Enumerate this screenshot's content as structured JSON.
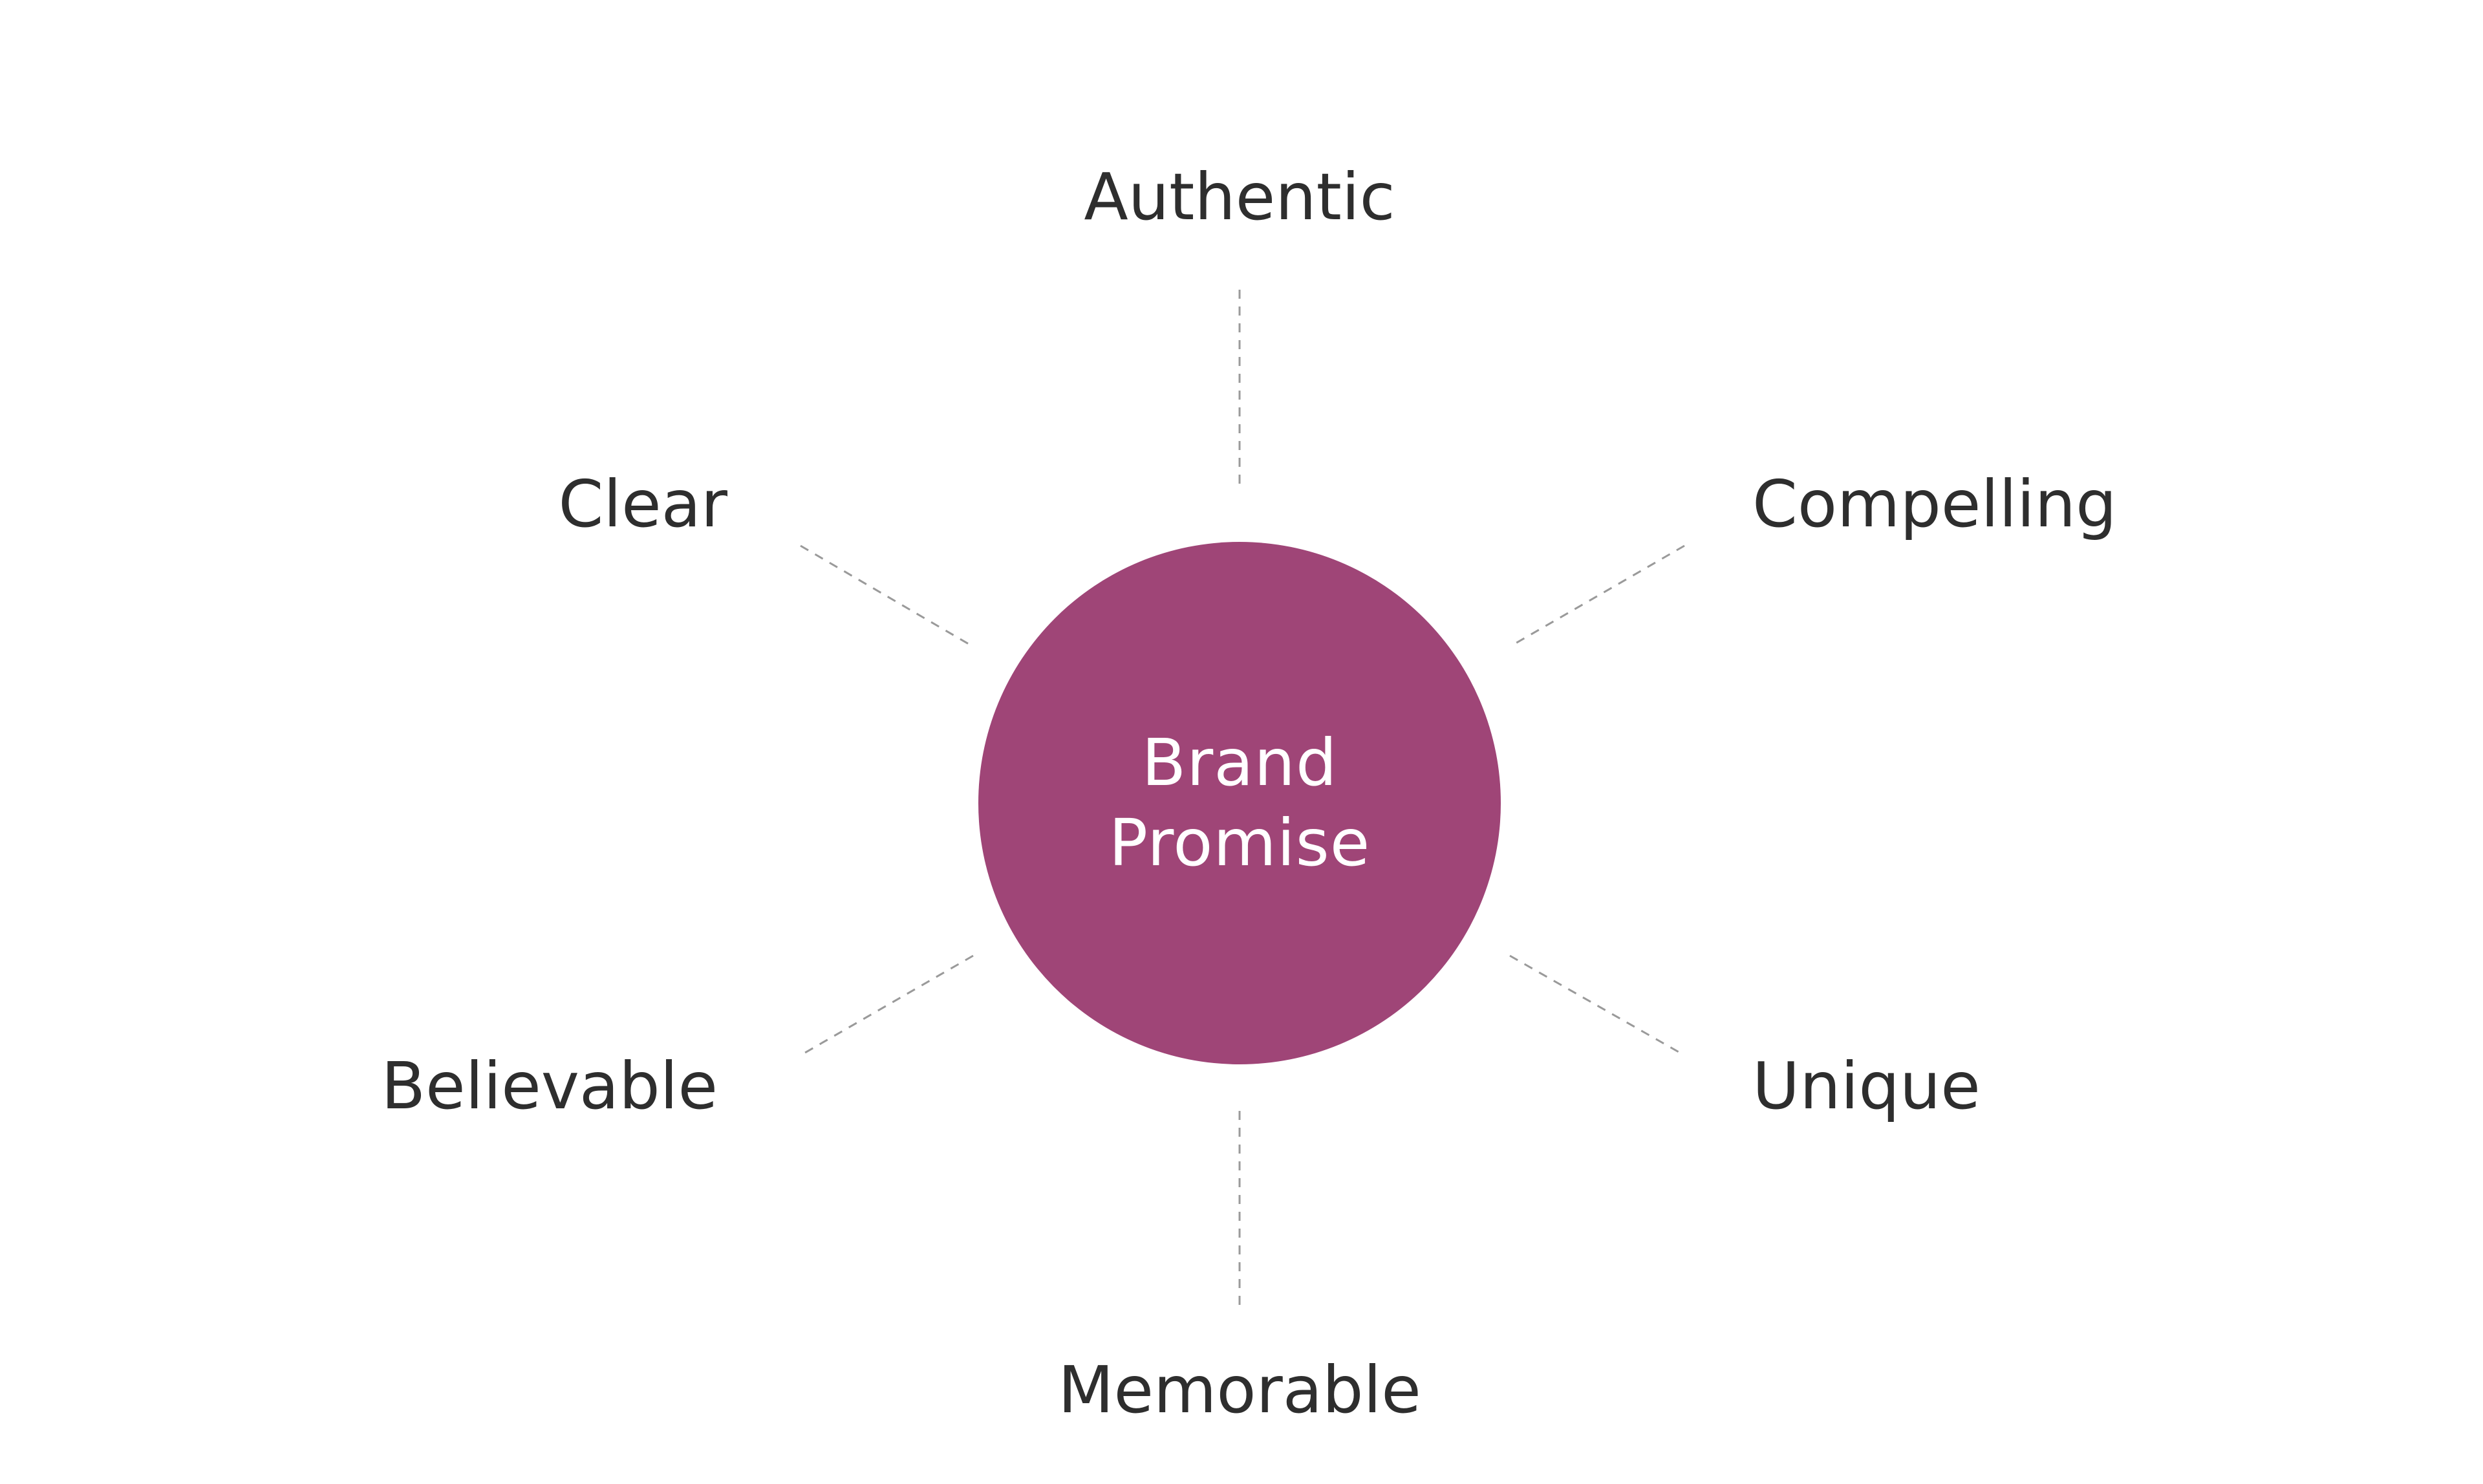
{
  "diagram": {
    "center": {
      "line1": "Brand",
      "line2": "Promise",
      "color": "#9f4577",
      "text_color": "#ffffff"
    },
    "attributes": {
      "top": "Authentic",
      "upper_left": "Clear",
      "upper_right": "Compelling",
      "lower_left": "Believable",
      "lower_right": "Unique",
      "bottom": "Memorable"
    },
    "label_color": "#2e2e2e",
    "connector_style": "dashed",
    "connector_color": "#9a9a9a"
  }
}
